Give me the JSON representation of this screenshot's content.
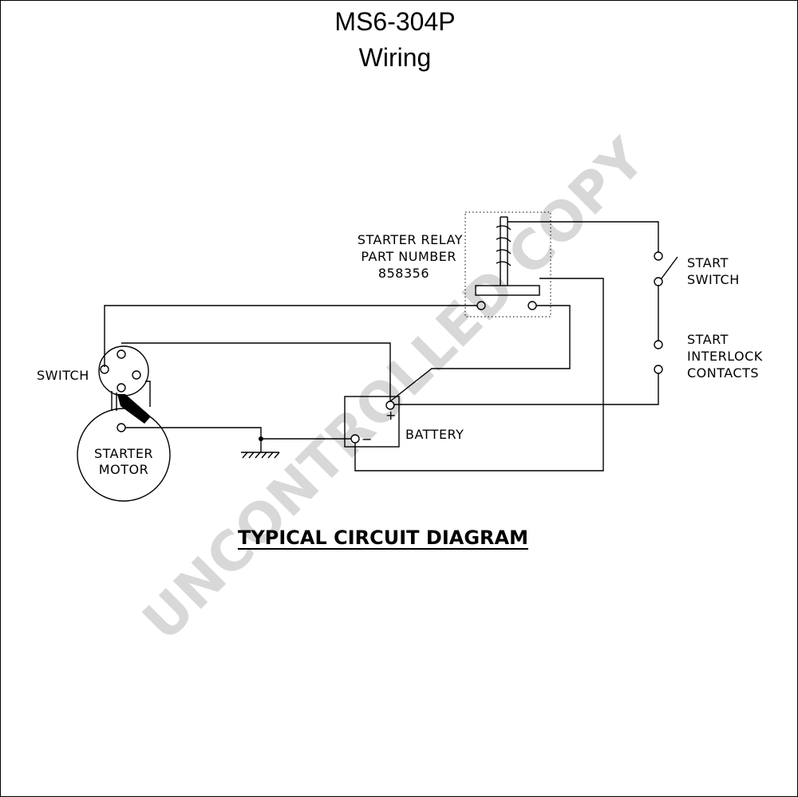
{
  "title": {
    "line1": "MS6-304P",
    "line2": "Wiring"
  },
  "labels": {
    "relay_line1": "STARTER RELAY",
    "relay_line2": "PART NUMBER",
    "relay_line3": "858356",
    "start_switch_line1": "START",
    "start_switch_line2": "SWITCH",
    "interlock_line1": "START",
    "interlock_line2": "INTERLOCK",
    "interlock_line3": "CONTACTS",
    "switch": "SWITCH",
    "motor_line1": "STARTER",
    "motor_line2": "MOTOR",
    "battery": "BATTERY",
    "battery_plus": "+",
    "battery_minus": "−"
  },
  "heading": "TYPICAL CIRCUIT DIAGRAM",
  "watermark": "UNCONTROLLED COPY",
  "colors": {
    "line": "#000000",
    "watermark": "#d8d8d8",
    "background": "#ffffff"
  }
}
